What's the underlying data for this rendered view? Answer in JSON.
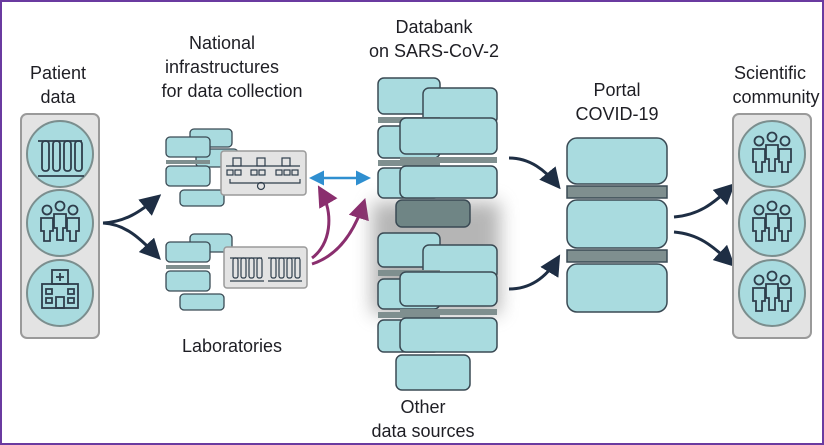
{
  "labels": {
    "patient_data": [
      "Patient",
      "data"
    ],
    "national_infrastructures": [
      "National",
      "infrastructures",
      "for data collection"
    ],
    "databank": [
      "Databank",
      "on SARS-CoV-2"
    ],
    "portal": [
      "Portal",
      "COVID-19"
    ],
    "scientific_community": [
      "Scientific",
      "community"
    ],
    "laboratories": [
      "Laboratories"
    ],
    "other_sources": [
      "Other",
      "data sources"
    ]
  },
  "icons": {
    "patient_panel": [
      "test-tubes-icon",
      "people-group-icon",
      "hospital-icon"
    ],
    "community_panel": [
      "people-group-icon",
      "people-group-icon",
      "people-group-icon"
    ]
  },
  "colors": {
    "border": "#6a3aa0",
    "block_fill": "#a9dbdf",
    "block_stroke": "#3a4a54",
    "band": "#7f8f8f",
    "panel_fill": "#e3e3e3",
    "panel_stroke": "#9a9a9a",
    "arrow_dark": "#1e2e44",
    "arrow_purple": "#8a2e6e",
    "arrow_blue": "#2f8fd0"
  }
}
